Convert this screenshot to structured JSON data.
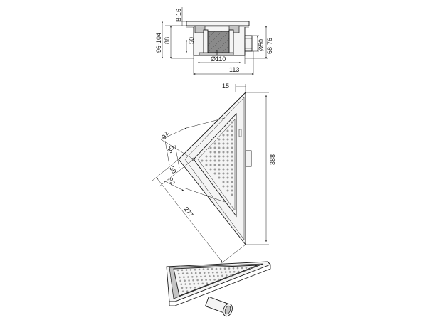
{
  "side_view": {
    "dimensions": {
      "height_total": "96-104",
      "height_body": "88",
      "flange": "8-16",
      "seal_height": "50",
      "outlet_diameter": "Ø50",
      "outlet_height": "68-76",
      "body_diameter": "Ø110",
      "outlet_length": "113"
    }
  },
  "top_view": {
    "dimensions": {
      "frame_width": "15",
      "height": "388",
      "grate_offset_1": "92",
      "grate_gap_1": "30",
      "grate_gap_2": "30",
      "grate_offset_2": "92",
      "hypotenuse": "277"
    }
  },
  "perspective_view": {}
}
